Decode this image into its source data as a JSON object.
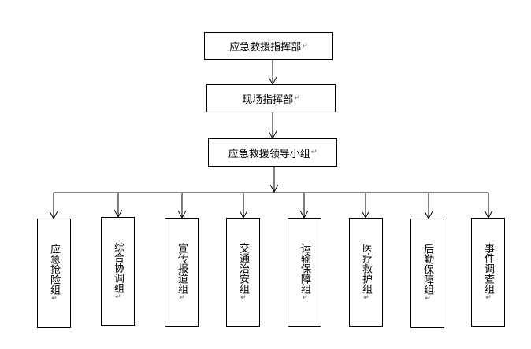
{
  "boxes": {
    "top": "应急救援指挥部",
    "field": "现场指挥部",
    "leader": "应急救援领导小组"
  },
  "groups": [
    "应急抢险组",
    "综合协调组",
    "宣传报道组",
    "交通治安组",
    "运输保障组",
    "医疗救护组",
    "后勤保障组",
    "事件调查组"
  ],
  "paragraph_mark": "↵"
}
